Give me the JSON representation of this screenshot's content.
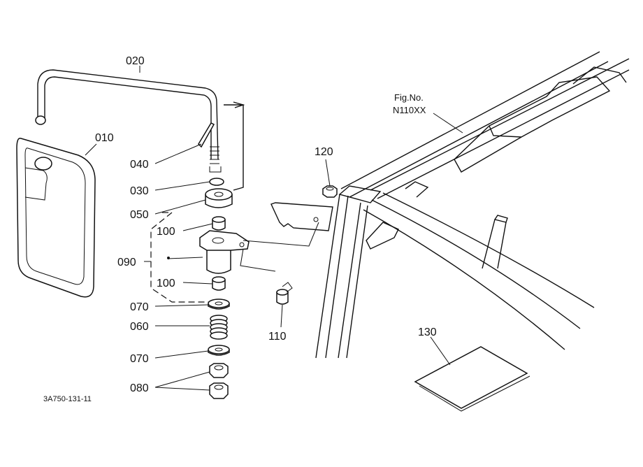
{
  "drawing": {
    "code": "3A750-131-11",
    "fig_label": "Fig.No.",
    "fig_number": "N110XX"
  },
  "parts": {
    "p010": "010",
    "p020": "020",
    "p030": "030",
    "p040": "040",
    "p050": "050",
    "p060": "060",
    "p070_upper": "070",
    "p070_lower": "070",
    "p080": "080",
    "p090": "090",
    "p100_upper": "100",
    "p100_lower": "100",
    "p110": "110",
    "p120": "120",
    "p130": "130"
  }
}
